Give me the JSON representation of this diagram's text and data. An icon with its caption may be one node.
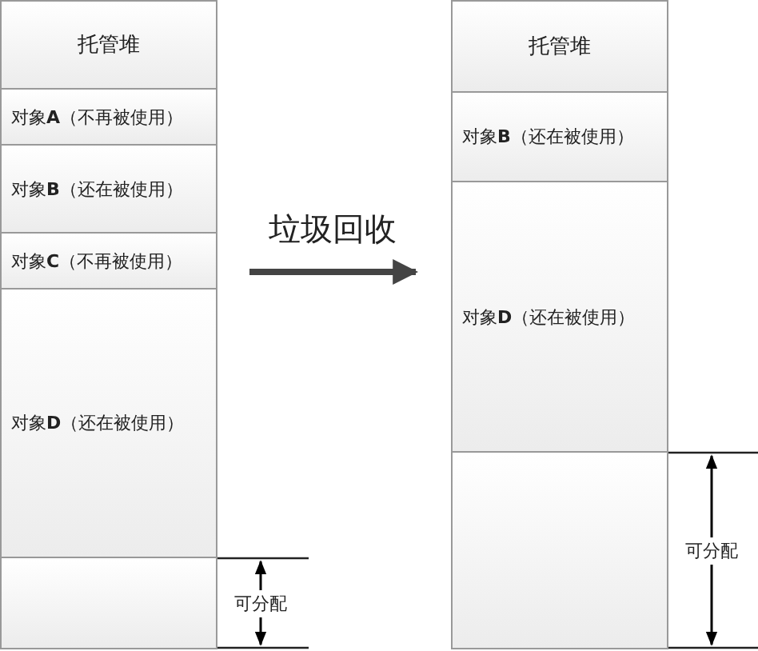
{
  "diagram": {
    "nodes": [
      {
        "text": [],
        "shape": "box"
      },
      {
        "text": [
          "托管堆"
        ],
        "in": 0
      },
      {
        "text": [
          "对象**A**（不再被使用）"
        ],
        "in": 0
      },
      {
        "text": [
          "对象**B**（还在被使用）"
        ],
        "in": 0
      },
      {
        "text": [
          "对象**C**（不再被使用）"
        ],
        "in": 0
      },
      {
        "text": [
          "对象**D**（还在被使用）"
        ],
        "in": 0
      },
      {
        "text": [],
        "shape": "box",
        "in": 0
      },
      {
        "text": [],
        "shape": "box"
      },
      {
        "text": [
          "托管堆"
        ],
        "in": 7
      },
      {
        "text": [
          "对象**B**（还在被使用）"
        ],
        "in": 7
      },
      {
        "text": [
          "对象**D**（还在被使用）"
        ],
        "in": 7
      },
      {
        "text": [],
        "shape": "box",
        "in": 7
      }
    ],
    "edges": [
      {
        "from": 0,
        "to": 7,
        "arrow": "to",
        "label": "垃圾回收"
      }
    ],
    "labels": [
      "可分配",
      "可分配"
    ]
  }
}
